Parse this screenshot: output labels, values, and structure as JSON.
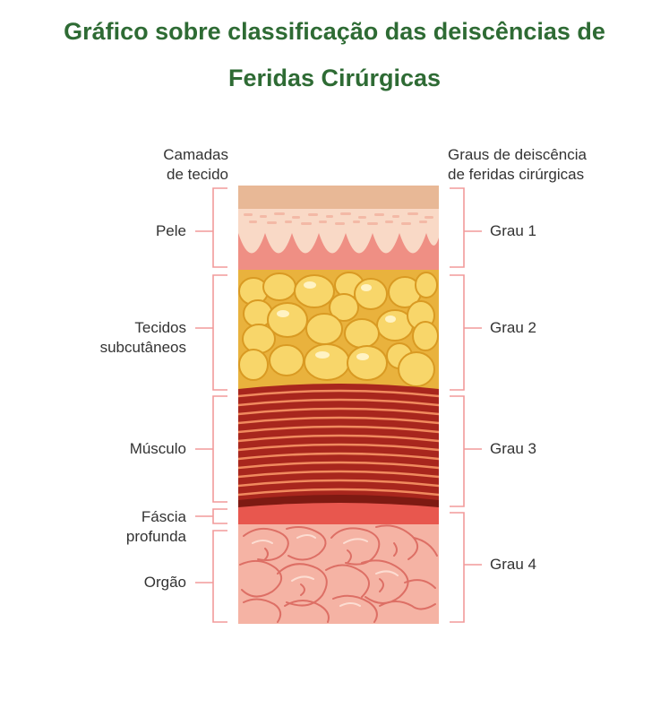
{
  "title": {
    "line1": "Gráfico sobre classificação das deiscências de",
    "line2": "Feridas Cirúrgicas"
  },
  "left_header": {
    "line1": "Camadas",
    "line2": "de tecido"
  },
  "right_header": {
    "line1": "Graus de deiscência",
    "line2": "de feridas cirúrgicas"
  },
  "layers": {
    "pele": "Pele",
    "subcutaneo_1": "Tecidos",
    "subcutaneo_2": "subcutâneos",
    "musculo": "Músculo",
    "fascia_1": "Fáscia",
    "fascia_2": "profunda",
    "orgao": "Orgão"
  },
  "grades": {
    "g1": "Grau 1",
    "g2": "Grau 2",
    "g3": "Grau 3",
    "g4": "Grau 4"
  },
  "colors": {
    "title": "#2e6b34",
    "bracket": "#f29a9a",
    "skin_top": "#e8b896",
    "skin": "#f9d9c6",
    "dermis": "#ef8f84",
    "fat_bg": "#e9b23d",
    "fat_cell": "#f8d66a",
    "muscle": "#a8261d",
    "muscle_line": "#f08a5e",
    "fascia": "#e8574e",
    "organ": "#f5b3a4",
    "organ_line": "#dd6f65"
  }
}
